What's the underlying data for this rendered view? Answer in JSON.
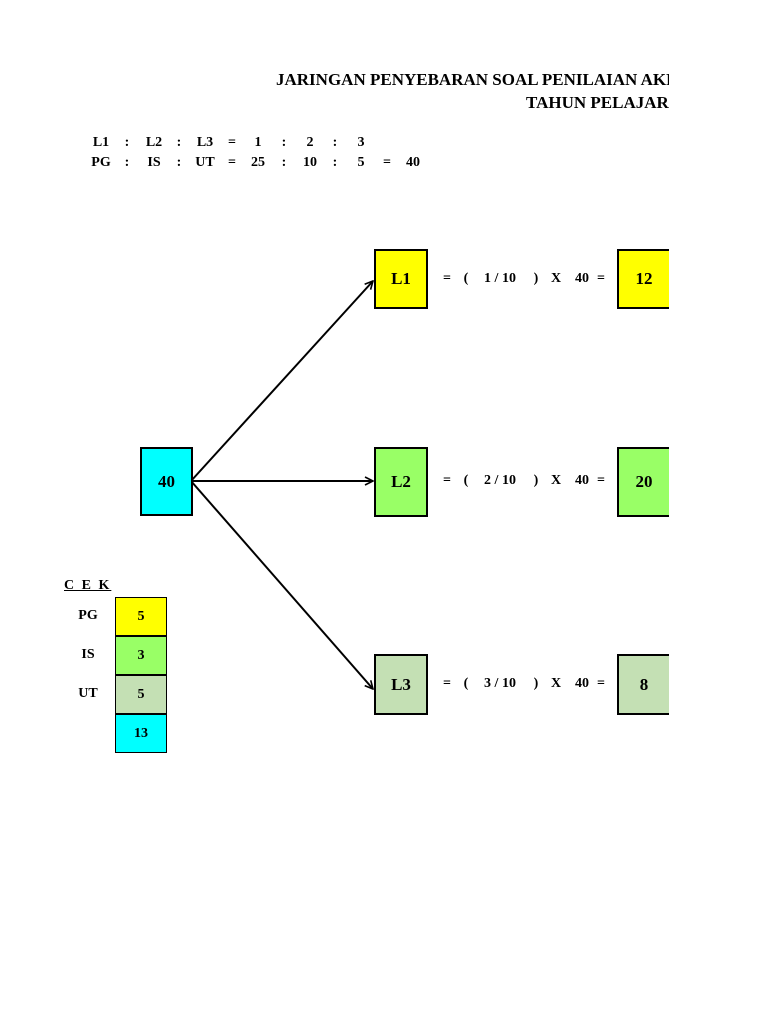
{
  "header": {
    "title_line1": "JARINGAN PENYEBARAN SOAL PENILAIAN AKHIR",
    "title_line2": "TAHUN PELAJARAN"
  },
  "ratios": {
    "row1": [
      "L1",
      ":",
      "L2",
      ":",
      "L3",
      "=",
      "1",
      ":",
      "2",
      ":",
      "3"
    ],
    "row2": [
      "PG",
      ":",
      "IS",
      ":",
      "UT",
      "=",
      "25",
      ":",
      "10",
      ":",
      "5",
      "=",
      "40"
    ]
  },
  "source": {
    "value": "40",
    "color": "#00ffff"
  },
  "levels": [
    {
      "label": "L1",
      "equals": "=",
      "open": "(",
      "fraction": "1 / 10",
      "close": ")",
      "times": "X",
      "total": "40",
      "eq2": "=",
      "result": "12",
      "color": "#ffff00"
    },
    {
      "label": "L2",
      "equals": "=",
      "open": "(",
      "fraction": "2 / 10",
      "close": ")",
      "times": "X",
      "total": "40",
      "eq2": "=",
      "result": "20",
      "color": "#99ff66"
    },
    {
      "label": "L3",
      "equals": "=",
      "open": "(",
      "fraction": "3 / 10",
      "close": ")",
      "times": "X",
      "total": "40",
      "eq2": "=",
      "result": "8",
      "color": "#c4e0b4"
    }
  ],
  "cek": {
    "title": "C E K",
    "rows": [
      {
        "label": "PG",
        "value": "5",
        "color": "#ffff00"
      },
      {
        "label": "IS",
        "value": "3",
        "color": "#99ff66"
      },
      {
        "label": "UT",
        "value": "5",
        "color": "#c4e0b4"
      },
      {
        "label": "",
        "value": "13",
        "color": "#00ffff"
      }
    ]
  }
}
